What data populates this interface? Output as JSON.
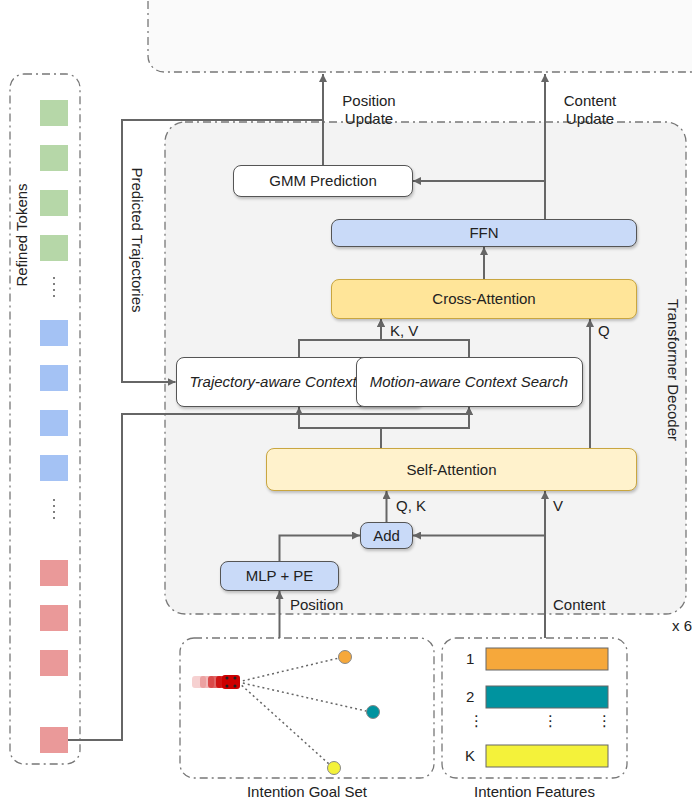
{
  "diagram": {
    "nodes": [
      {
        "text": [
          "Refined Tokens"
        ]
      },
      {
        "text": [
          "Transformer Decoder",
          "x 6"
        ]
      },
      {
        "text": [
          "GMM Prediction"
        ],
        "in": 1
      },
      {
        "text": [
          "FFN"
        ],
        "in": 1
      },
      {
        "text": [
          "Cross-Attention"
        ],
        "in": 1
      },
      {
        "text": [
          "Trajectory-aware Context Search"
        ],
        "in": 1
      },
      {
        "text": [
          "Motion-aware Context Search"
        ],
        "in": 1
      },
      {
        "text": [
          "Self-Attention"
        ],
        "in": 1
      },
      {
        "text": [
          "Add"
        ],
        "in": 1
      },
      {
        "text": [
          "MLP + PE"
        ],
        "in": 1
      },
      {
        "text": [
          "Intention Goal Set"
        ]
      },
      {
        "text": [
          "Intention Features"
        ]
      }
    ],
    "edges": [
      {
        "from": 10,
        "to": 9,
        "arrow": "to",
        "label": "Position"
      },
      {
        "from": 9,
        "to": 8,
        "arrow": "to"
      },
      {
        "from": 11,
        "to": 8,
        "arrow": "to"
      },
      {
        "from": 11,
        "to": 7,
        "arrow": "to",
        "label": "V"
      },
      {
        "from": 8,
        "to": 7,
        "arrow": "to",
        "label": "Q, K"
      },
      {
        "from": 7,
        "to": 5,
        "arrow": "to"
      },
      {
        "from": 7,
        "to": 6,
        "arrow": "to"
      },
      {
        "from": 0,
        "to": 6,
        "arrow": "to"
      },
      {
        "from": 2,
        "to": 5,
        "arrow": "to",
        "label": "Predicted Trajectories"
      },
      {
        "from": 5,
        "to": 4,
        "arrow": "to",
        "label": "K, V"
      },
      {
        "from": 6,
        "to": 4,
        "arrow": "to"
      },
      {
        "from": 7,
        "to": 4,
        "arrow": "to",
        "label": "Q"
      },
      {
        "from": 4,
        "to": 3,
        "arrow": "to"
      },
      {
        "from": 3,
        "to": 2,
        "arrow": "to"
      }
    ],
    "labels": [
      "Position Update",
      "Content Update",
      "Content",
      "1",
      "2",
      "⋮",
      "⋮",
      "⋮",
      "K"
    ]
  }
}
